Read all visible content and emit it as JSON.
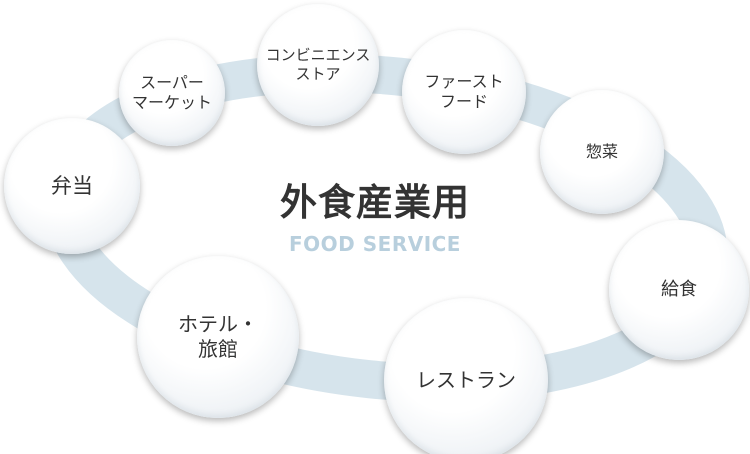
{
  "center": {
    "title": "外食産業用",
    "subtitle": "FOOD SERVICE"
  },
  "colors": {
    "ring": "#d6e4ec",
    "subtitle": "#b8cfdd",
    "text": "#333333"
  },
  "nodes": [
    {
      "id": "supermarket",
      "label": "スーパー\nマーケット"
    },
    {
      "id": "convenience-store",
      "label": "コンビニエンス\nストア"
    },
    {
      "id": "fast-food",
      "label": "ファースト\nフード"
    },
    {
      "id": "sozai",
      "label": "惣菜"
    },
    {
      "id": "bento",
      "label": "弁当"
    },
    {
      "id": "kyushoku",
      "label": "給食"
    },
    {
      "id": "hotel-ryokan",
      "label": "ホテル・\n旅館"
    },
    {
      "id": "restaurant",
      "label": "レストラン"
    }
  ]
}
